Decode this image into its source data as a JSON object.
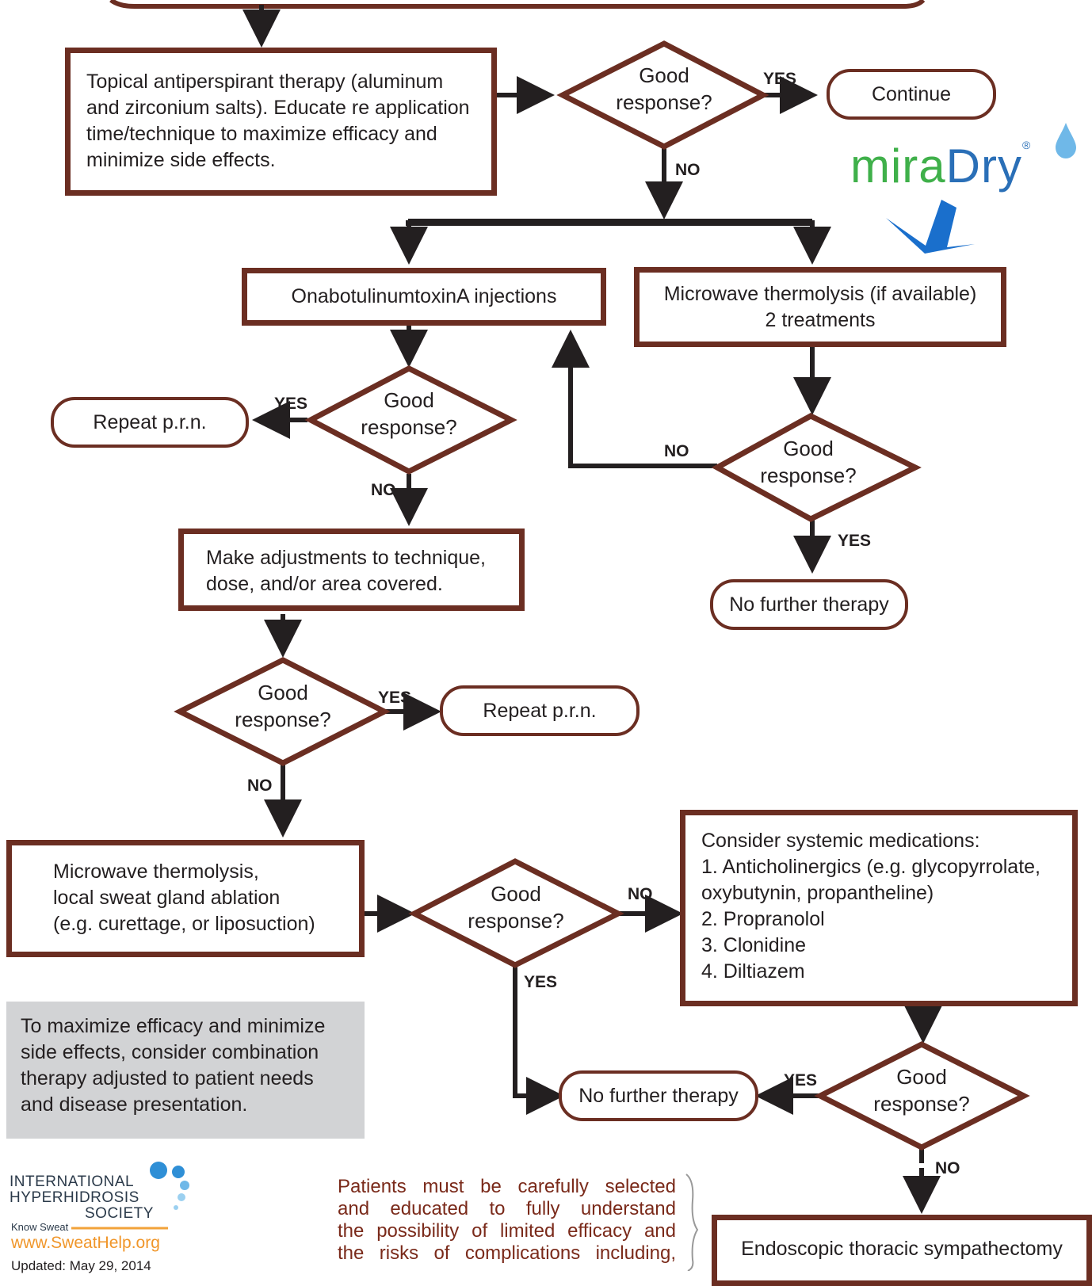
{
  "nodes": {
    "topical": "Topical antiperspirant therapy (aluminum and zirconium salts). Educate re application time/technique to maximize efficacy and minimize side effects.",
    "onabot": "OnabotulinumtoxinA injections",
    "microwave_1": "Microwave thermolysis (if available)",
    "microwave_2": "2 treatments",
    "adjust": "Make adjustments to technique, dose, and/or area covered.",
    "ablation_1": "Microwave thermolysis,",
    "ablation_2": "local sweat gland ablation",
    "ablation_3": "(e.g. curettage, or liposuction)",
    "systemic_title": "Consider systemic medications:",
    "systemic_1a": "1. Anticholinergics (e.g. glycopyrrolate,",
    "systemic_1b": "oxybutynin, propantheline)",
    "systemic_2": "2. Propranolol",
    "systemic_3": "3. Clonidine",
    "systemic_4": "4. Diltiazem",
    "ets": "Endoscopic thoracic sympathectomy"
  },
  "decision": {
    "line1": "Good",
    "line2": "response?"
  },
  "terminals": {
    "continue": "Continue",
    "repeat": "Repeat p.r.n.",
    "no_further": "No further therapy"
  },
  "labels": {
    "yes": "YES",
    "no": "NO"
  },
  "combination_note": "To maximize efficacy and minimize side effects, consider combination therapy adjusted to patient needs and disease presentation.",
  "patients_note": {
    "l1": "Patients must be carefully selected",
    "l2": "and educated to fully understand",
    "l3": "the possibility of limited efficacy and",
    "l4": "the risks of complications including,"
  },
  "brand": {
    "mira": "mira",
    "dry": "Dry",
    "reg": "®"
  },
  "org": {
    "l1": "INTERNATIONAL",
    "l2": "HYPERHIDROSIS",
    "l3": "SOCIETY",
    "tagline": "Know Sweat",
    "url": "www.SweatHelp.org",
    "updated": "Updated: May 29, 2014"
  },
  "colors": {
    "box_border": "#6b2e22",
    "arrow": "#231f20",
    "gray_panel": "#d2d3d5",
    "mira_green": "#3fb04a",
    "dry_blue": "#2a6fb7",
    "arrow_blue": "#1a6fcc",
    "note_text": "#7a2a1a"
  },
  "icons": [
    "water-drop-icon",
    "down-arrow-icon",
    "org-logo-dots-icon"
  ]
}
